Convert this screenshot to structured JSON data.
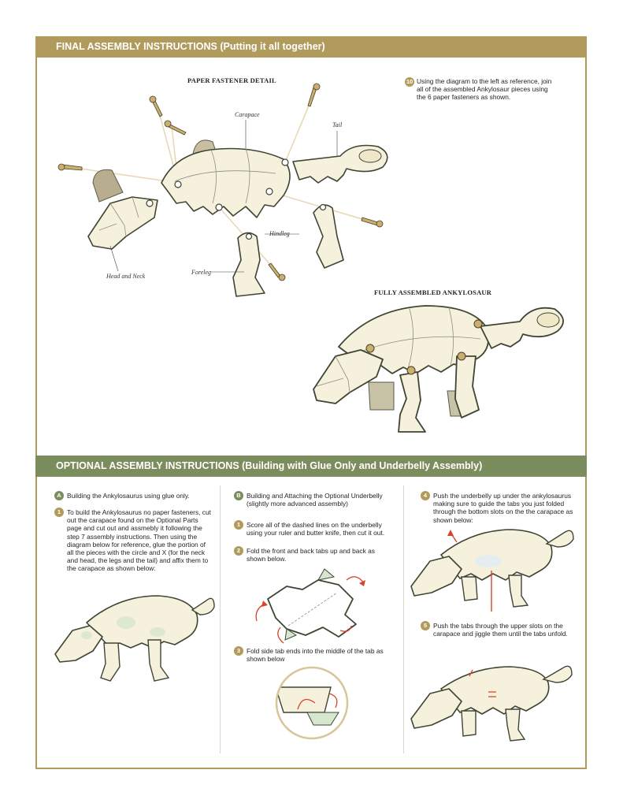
{
  "final_section": {
    "title": "FINAL ASSEMBLY INSTRUCTIONS (Putting it all together)",
    "fastener_detail_title": "PAPER FASTENER DETAIL",
    "labels": {
      "carapace": "Carapace",
      "tail": "Tail",
      "hindleg": "Hindleg",
      "foreleg": "Foreleg",
      "head_and_neck": "Head and Neck"
    },
    "step10": {
      "number": "10",
      "text": "Using the diagram to the left as reference, join all of the assembled Ankylosaur pieces using the 6 paper fasteners as shown."
    },
    "fully_assembled_title": "FULLY ASSEMBLED ANKYLOSAUR"
  },
  "optional_section": {
    "title": "OPTIONAL ASSEMBLY INSTRUCTIONS (Building with Glue Only and Underbelly Assembly)",
    "col1": {
      "a_badge": "A",
      "a_text": "Building the Ankylosaurus using glue only.",
      "step1_badge": "1",
      "step1_text": "To build the Ankylosaurus no paper fasteners, cut out the carapace found on the Optional Parts page and cut out and assmebly it following the step 7 assembly instructions. Then using the diagram below for reference, glue the portion of all the pieces with the circle and X (for the neck and head, the legs and the tail) and affix them to the carapace as shown below:"
    },
    "col2": {
      "b_badge": "B",
      "b_text": "Building and Attaching the Optional Underbelly (slightly more advanced assembly)",
      "step1_badge": "1",
      "step1_text": "Score all of the dashed lines on the underbelly using your ruler and butter knife, then cut it out.",
      "step2_badge": "2",
      "step2_text": "Fold the front and back tabs up and back as shown below.",
      "step3_badge": "3",
      "step3_text": "Fold side tab ends into the middle of the tab as shown below"
    },
    "col3": {
      "step4_badge": "4",
      "step4_text": "Push the underbelly up under the ankylosaurus making sure to guide the tabs you just folded through the bottom slots on the the carapace as shown below:",
      "step5_badge": "5",
      "step5_text": "Push the tabs through the upper slots on the carapace and jiggle them until the tabs unfold."
    }
  },
  "colors": {
    "gold": "#b19b5c",
    "green": "#7c8d5d",
    "paper": "#f6f1dc",
    "outline": "#3f4533",
    "pin": "#c9b070",
    "arrow": "#d9432a"
  }
}
